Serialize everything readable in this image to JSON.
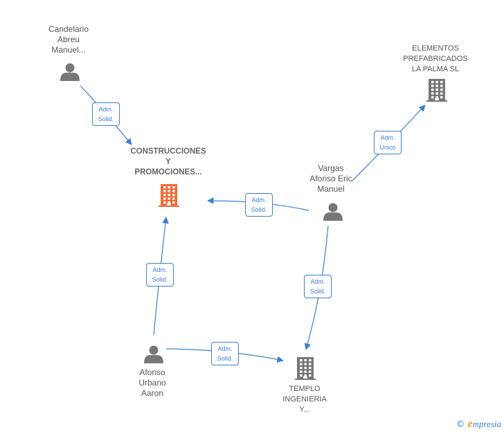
{
  "nodes": [
    {
      "id": "candelario",
      "kind": "person",
      "lines": [
        "Candelario",
        "Abreu",
        "Manuel..."
      ]
    },
    {
      "id": "construcciones",
      "kind": "company-main",
      "lines": [
        "CONSTRUCCIONES",
        "Y",
        "PROMOCIONES..."
      ]
    },
    {
      "id": "elementos",
      "kind": "company",
      "lines": [
        "ELEMENTOS",
        "PREFABRICADOS",
        "LA PALMA SL"
      ]
    },
    {
      "id": "vargas",
      "kind": "person",
      "lines": [
        "Vargas",
        "Afonso Eric",
        "Manuel"
      ]
    },
    {
      "id": "afonso",
      "kind": "person",
      "lines": [
        "Afonso",
        "Urbano",
        "Aaron"
      ]
    },
    {
      "id": "templo",
      "kind": "company",
      "lines": [
        "TEMPLO",
        "INGENIERIA",
        "Y..."
      ]
    }
  ],
  "edges": [
    {
      "from": "candelario",
      "to": "construcciones",
      "label": [
        "Adm.",
        "Solid."
      ]
    },
    {
      "from": "vargas",
      "to": "elementos",
      "label": [
        "Adm.",
        "Unico"
      ]
    },
    {
      "from": "vargas",
      "to": "construcciones",
      "label": [
        "Adm.",
        "Solid."
      ]
    },
    {
      "from": "afonso",
      "to": "construcciones",
      "label": [
        "Adm.",
        "Solid."
      ]
    },
    {
      "from": "vargas",
      "to": "templo",
      "label": [
        "Adm.",
        "Solid."
      ]
    },
    {
      "from": "afonso",
      "to": "templo",
      "label": [
        "Adm.",
        "Solid."
      ]
    }
  ],
  "colors": {
    "edge": "#3b7fd0",
    "person": "#777777",
    "company": "#777777",
    "company_main": "#f26b3a",
    "text": "#555555"
  },
  "footer": {
    "copyright": "©",
    "brand_initial": "e",
    "brand_rest": "mpresia"
  }
}
